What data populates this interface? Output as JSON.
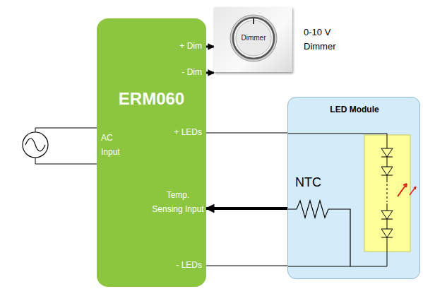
{
  "diagram": {
    "nodes": [
      {
        "text": [
          "+ Dim",
          "- Dim",
          "ERM060",
          "+ LEDs",
          "AC Input",
          "Temp. Sensing Input",
          "- LEDs"
        ]
      },
      {
        "text": [
          "Dimmer",
          "0-10 V Dimmer"
        ]
      },
      {
        "text": [
          "LED Module"
        ]
      }
    ],
    "edges": [
      {
        "from": 0,
        "to": 1,
        "arrow": "to"
      },
      {
        "from": 0,
        "to": 1,
        "arrow": "to"
      },
      {
        "from": 0,
        "to": 2,
        "arrow": "none"
      },
      {
        "from": 2,
        "to": 0,
        "arrow": "to"
      },
      {
        "from": 0,
        "to": 2,
        "arrow": "none"
      }
    ],
    "labels": [
      "NTC"
    ]
  }
}
